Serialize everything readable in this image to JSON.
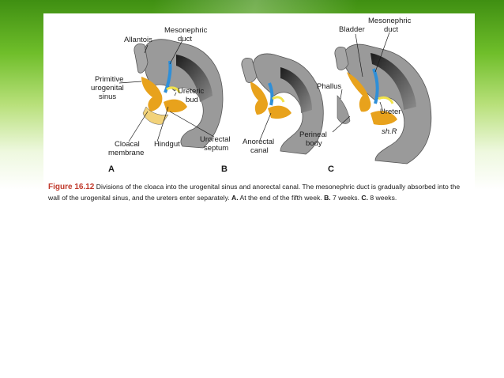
{
  "figure": {
    "number": "Figure 16.12",
    "caption_parts": [
      {
        "text": "Divisions of the cloaca into the urogenital sinus and anorectal canal. The mesonephric duct is gradually absorbed into the wall of the urogenital sinus, and the ureters enter separately. "
      },
      {
        "text": "A.",
        "bold": true
      },
      {
        "text": " At the end of the fifth week. "
      },
      {
        "text": "B.",
        "bold": true
      },
      {
        "text": " 7 weeks. "
      },
      {
        "text": "C.",
        "bold": true
      },
      {
        "text": " 8 weeks."
      }
    ]
  },
  "panels": {
    "a": {
      "letter": "A",
      "labels": {
        "allantois": "Allantois",
        "mesonephric_duct_line1": "Mesonephric",
        "mesonephric_duct_line2": "duct",
        "primitive_line1": "Primitive",
        "primitive_line2": "urogenital",
        "primitive_line3": "sinus",
        "ureteric_line1": "Ureteric",
        "ureteric_line2": "bud",
        "cloacal_line1": "Cloacal",
        "cloacal_line2": "membrane",
        "hindgut": "Hindgut"
      }
    },
    "b": {
      "letter": "B",
      "labels": {
        "urorectal_line1": "Urorectal",
        "urorectal_line2": "septum",
        "anorectal_line1": "Anorectal",
        "anorectal_line2": "canal"
      }
    },
    "c": {
      "letter": "C",
      "labels": {
        "bladder": "Bladder",
        "mesonephric_duct_line1": "Mesonephric",
        "mesonephric_duct_line2": "duct",
        "phallus": "Phallus",
        "ureter": "Ureter",
        "perineal_line1": "Perineal",
        "perineal_line2": "body",
        "signature": "sh.R"
      }
    }
  },
  "colors": {
    "tissue_gray": "#9a9a9a",
    "tissue_dark": "#2b2b2b",
    "sinus_orange": "#e8a21c",
    "duct_blue": "#2f8fd8",
    "bud_yellow": "#f2e34a",
    "caption_red": "#c0392b",
    "band_green": "#6fbe2a"
  }
}
